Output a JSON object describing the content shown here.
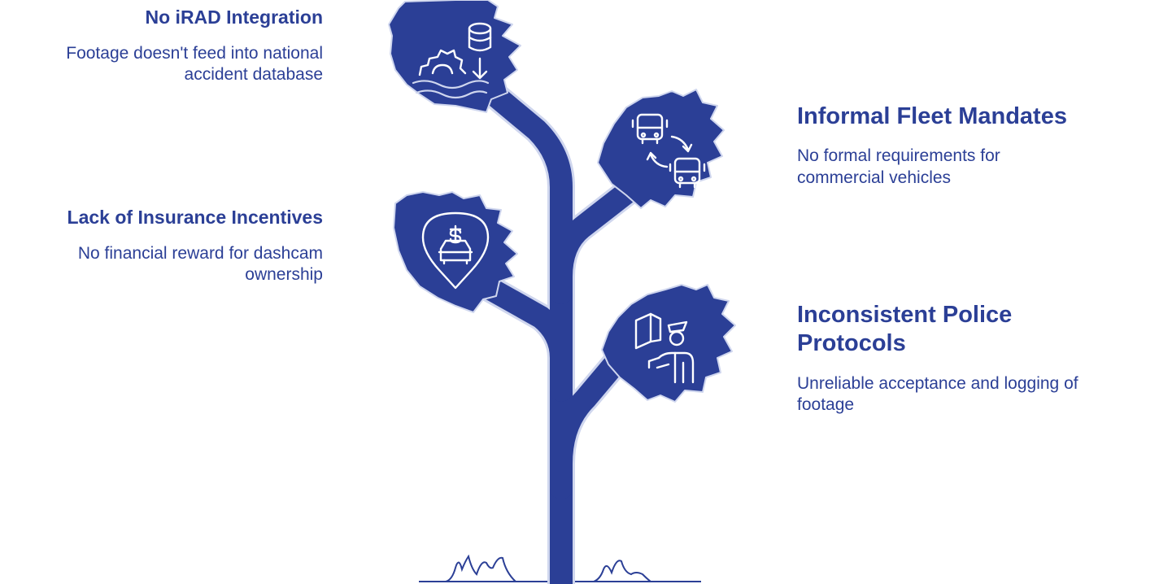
{
  "colors": {
    "accent": "#2b3f96",
    "background": "#ffffff"
  },
  "items": [
    {
      "side": "left",
      "title": "No iRAD Integration",
      "description": "Footage doesn't feed into national accident database",
      "desc_lines": [
        "Footage doesn't feed into national",
        "accident database"
      ],
      "icon": "database-gear-flood-icon"
    },
    {
      "side": "right",
      "title": "Informal Fleet Mandates",
      "description": "No formal requirements for commercial vehicles",
      "desc_lines": [
        "No formal requirements for",
        "commercial vehicles"
      ],
      "icon": "bus-swap-icon"
    },
    {
      "side": "left",
      "title": "Lack of Insurance Incentives",
      "description": "No financial reward for dashcam ownership",
      "desc_lines": [
        "No financial reward for dashcam",
        "ownership"
      ],
      "icon": "car-dollar-pin-icon"
    },
    {
      "side": "right",
      "title": "Inconsistent Police Protocols",
      "title_lines": [
        "Inconsistent Police",
        "Protocols"
      ],
      "description": "Unreliable acceptance and logging of footage",
      "desc_lines": [
        "Unreliable acceptance and logging of",
        "footage"
      ],
      "icon": "police-officer-document-icon"
    }
  ]
}
